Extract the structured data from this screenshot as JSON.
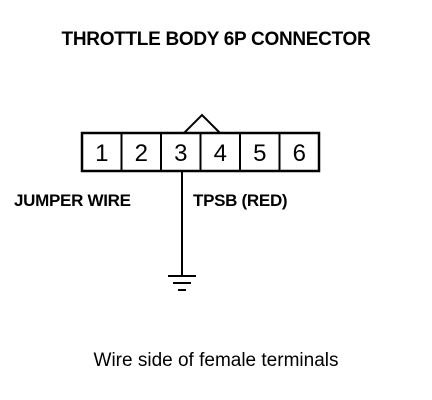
{
  "diagram": {
    "title": "THROTTLE BODY 6P CONNECTOR",
    "connector": {
      "pins": [
        "1",
        "2",
        "3",
        "4",
        "5",
        "6"
      ],
      "locking_tab_between_pins": [
        "3",
        "4"
      ]
    },
    "jumper_label": "JUMPER WIRE",
    "wire_label": "TPSB (RED)",
    "ground_symbol": "ground-icon",
    "caption": "Wire side of female terminals"
  }
}
